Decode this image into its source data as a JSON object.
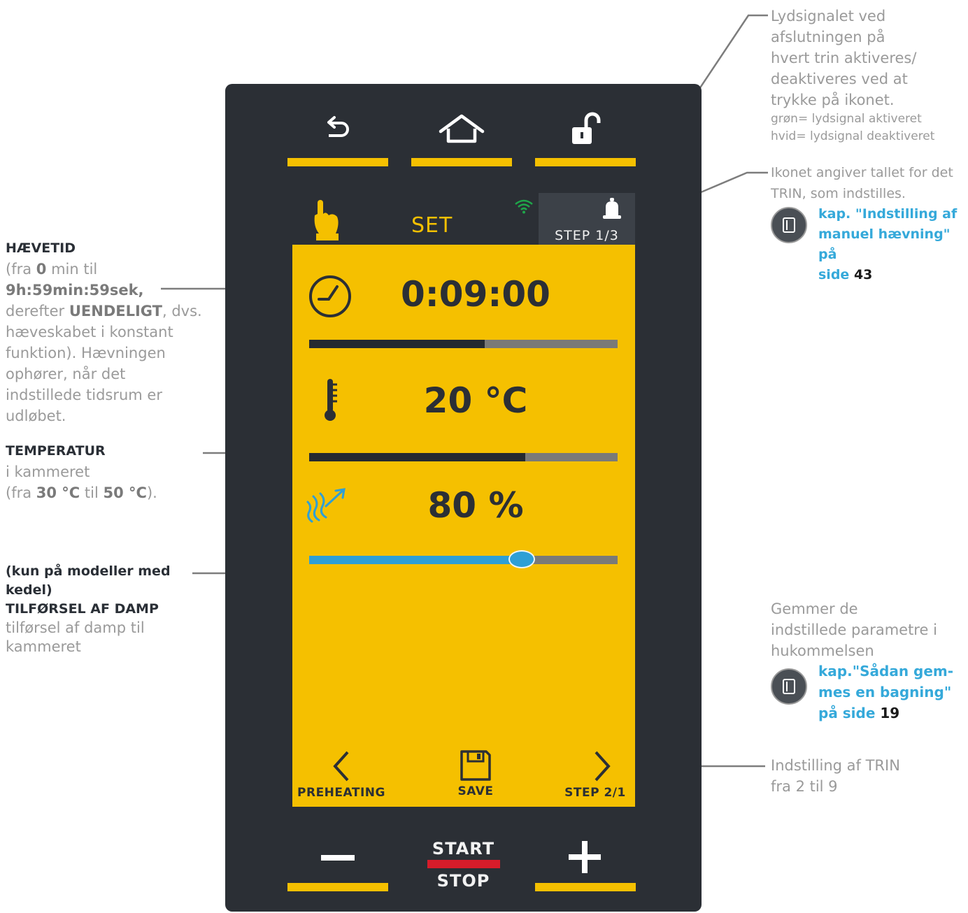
{
  "screen": {
    "mode_label": "SET",
    "step_indicator": "STEP 1/3",
    "time": {
      "value": "0:09:00",
      "progress": 0.57
    },
    "temperature": {
      "value": "20 °C",
      "progress": 0.7
    },
    "steam": {
      "value": "80 %",
      "level": 0.69
    },
    "footer": {
      "prev_label": "PREHEATING",
      "save_label": "SAVE",
      "next_label": "STEP 2/1"
    },
    "controls": {
      "start_label": "START",
      "stop_label": "STOP"
    }
  },
  "colors": {
    "accent_yellow": "#f5c000",
    "device_dark": "#2b2f35",
    "steam_blue": "#2e9fd6",
    "stop_red": "#d71c2a",
    "wifi_green": "#1fa64a"
  },
  "icons": [
    "back-icon",
    "home-icon",
    "unlock-icon",
    "hand-icon",
    "wifi-icon",
    "bell-icon",
    "clock-icon",
    "thermometer-icon",
    "steam-icon",
    "chevron-left-icon",
    "save-icon",
    "chevron-right-icon",
    "minus-icon",
    "plus-icon",
    "book-icon"
  ],
  "annotations": {
    "bell": {
      "line1": "Lydsignalet ved",
      "line2": "afslutningen på",
      "line3": "hvert trin aktiveres/",
      "line4": "deaktiveres ved at",
      "line5": "trykke på ikonet.",
      "small1": "grøn= lydsignal aktiveret",
      "small2": "hvid= lydsignal deaktiveret"
    },
    "step": {
      "line1": "Ikonet angiver tallet for det",
      "line2": "TRIN, som indstilles.",
      "ref1": "kap. \"Indstilling af",
      "ref2": "manuel hævning\" på",
      "ref3": "side",
      "ref_page": "43"
    },
    "time": {
      "head": "HÆVETID",
      "l1a": "(fra ",
      "l1b": "0",
      "l1c": " min til",
      "l2": "9h:59min:59sek,",
      "l3a": "derefter ",
      "l3b": "UENDELIGT",
      "l3c": ", dvs.",
      "l4": "hæveskabet i konstant",
      "l5": "funktion). Hævningen",
      "l6": "ophører, når det",
      "l7": "indstillede tidsrum er",
      "l8": "udløbet."
    },
    "temp": {
      "head": "TEMPERATUR",
      "l1": "i kammeret",
      "l2a": "(fra ",
      "l2b": "30 °C",
      "l2c": " til ",
      "l2d": "50 °C",
      "l2e": ")."
    },
    "steam": {
      "head1": "(kun på modeller med",
      "head2": "kedel)",
      "head3": "TILFØRSEL AF DAMP",
      "l1": "tilførsel af damp til",
      "l2": "kammeret"
    },
    "save": {
      "line1": "Gemmer de",
      "line2": "indstillede parametre i",
      "line3": "hukommelsen",
      "ref1": "kap.\"Sådan gem-",
      "ref2": "mes en bagning\"",
      "ref3": "på side",
      "ref_page": "19"
    },
    "next": {
      "line1": "Indstilling af TRIN",
      "line2": "fra 2 til 9"
    }
  }
}
